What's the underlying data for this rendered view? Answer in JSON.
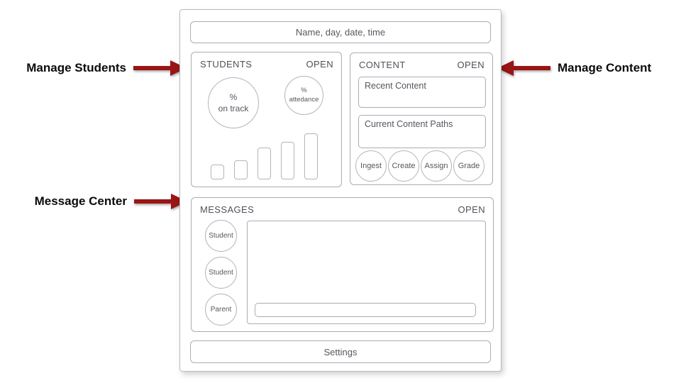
{
  "colors": {
    "arrow": "#9a1515"
  },
  "annotations": {
    "manage_students": "Manage Students",
    "message_center": "Message Center",
    "manage_content": "Manage Content"
  },
  "topbar": {
    "label": "Name, day, date, time"
  },
  "students": {
    "title": "STUDENTS",
    "open_label": "OPEN",
    "on_track": {
      "line1": "%",
      "line2": "on track"
    },
    "attendance": {
      "line1": "%",
      "line2": "attedance"
    },
    "chart_bars": [
      21,
      27,
      45,
      53,
      65
    ]
  },
  "content": {
    "title": "CONTENT",
    "open_label": "OPEN",
    "recent_box_label": "Recent Content",
    "paths_box_label": "Current Content Paths",
    "actions": [
      "Ingest",
      "Create",
      "Assign",
      "Grade"
    ]
  },
  "messages": {
    "title": "MESSAGES",
    "open_label": "OPEN",
    "contacts": [
      "Student",
      "Student",
      "Parent"
    ]
  },
  "settings": {
    "label": "Settings"
  }
}
